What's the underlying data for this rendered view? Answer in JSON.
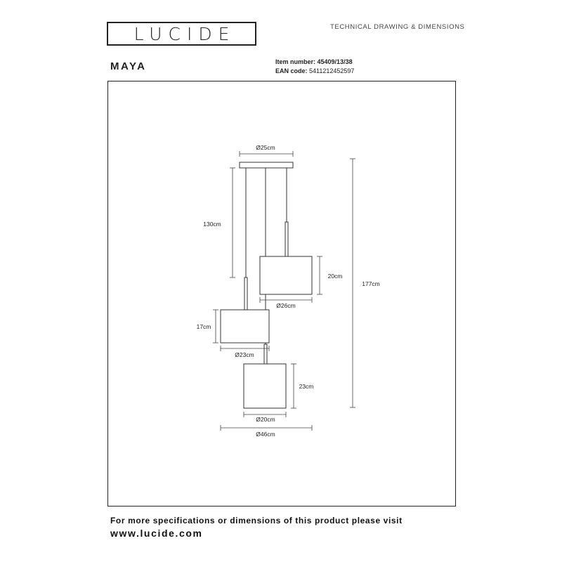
{
  "header": {
    "logo": "LUCIDE",
    "doc_type": "TECHNICAL DRAWING & DIMENSIONS",
    "product_name": "MAYA",
    "item_label": "Item number:",
    "item_number": "45409/13/38",
    "ean_label": "EAN code:",
    "ean_code": "5411212452597"
  },
  "dimensions": {
    "canopy_diameter": "Ø25cm",
    "cable_length": "130cm",
    "total_height": "177cm",
    "shade_top_height": "20cm",
    "shade_top_diameter": "Ø26cm",
    "shade_mid_height": "17cm",
    "shade_mid_diameter": "Ø23cm",
    "shade_bottom_height": "23cm",
    "shade_bottom_diameter": "Ø20cm",
    "overall_width": "Ø46cm"
  },
  "footer": {
    "note": "For more specifications or dimensions of this product please visit",
    "url": "www.lucide.com"
  }
}
